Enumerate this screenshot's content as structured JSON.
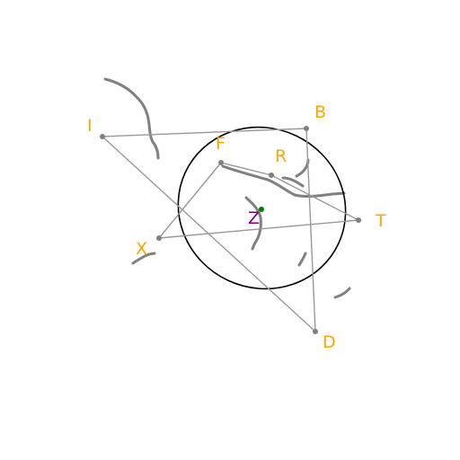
{
  "colors": {
    "segment": "#999999",
    "point": "#808080",
    "label": "#FFA500",
    "center_label": "#800080",
    "center_point": "#008000",
    "ellipse": "#000000",
    "stroke": "#808080"
  },
  "labels": {
    "I": "I",
    "B": "B",
    "F": "F",
    "R": "R",
    "T": "T",
    "X": "X",
    "Z": "Z",
    "D": "D"
  }
}
